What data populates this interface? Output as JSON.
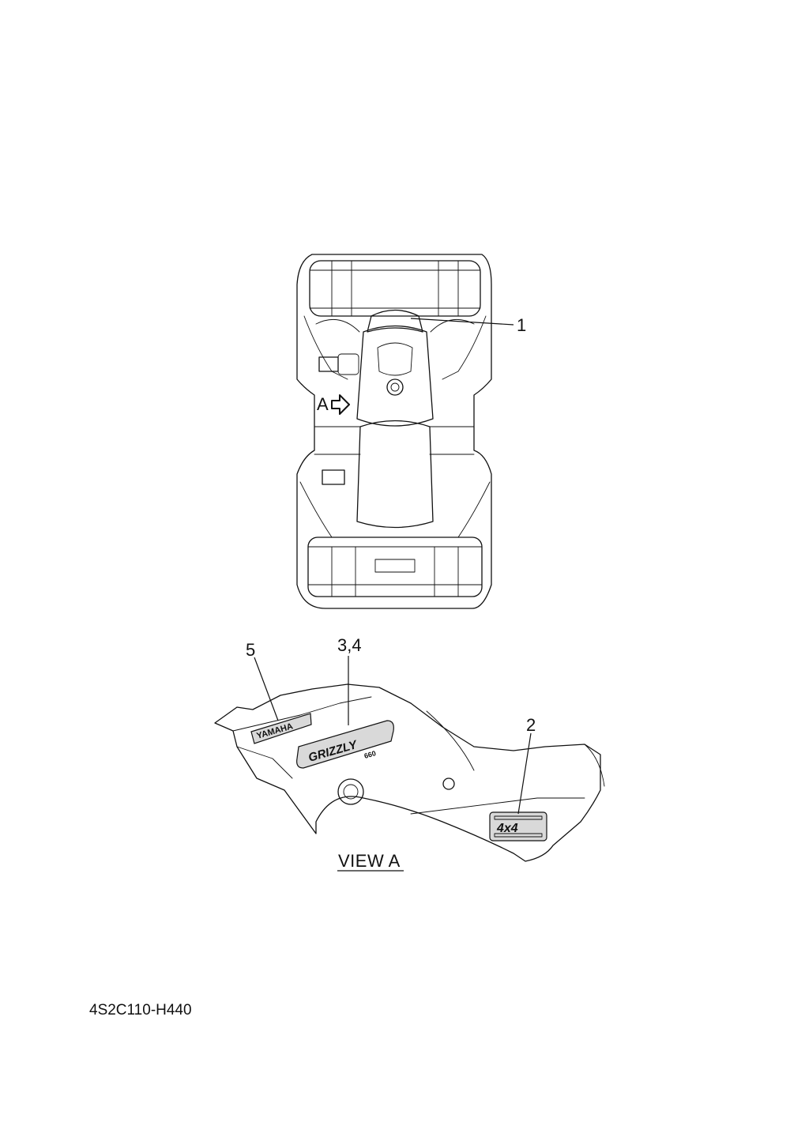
{
  "diagram": {
    "callouts": [
      {
        "id": "callout-1",
        "label": "1"
      },
      {
        "id": "callout-2",
        "label": "2"
      },
      {
        "id": "callout-3-4",
        "label": "3,4"
      },
      {
        "id": "callout-5",
        "label": "5"
      }
    ],
    "view_arrow_label": "A",
    "view_title": "VIEW A",
    "drawing_code": "4S2C110-H440",
    "decal_text": {
      "yamaha": "YAMAHA",
      "grizzly": "GRIZZLY",
      "grizzly_model": "660",
      "four_by_four": "4x4"
    }
  }
}
